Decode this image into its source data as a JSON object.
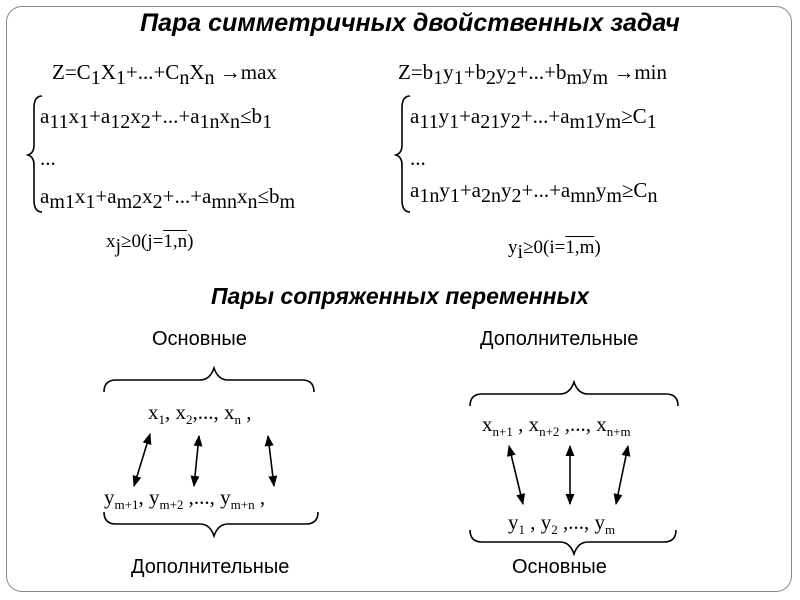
{
  "title": "Пара симметричных двойственных задач",
  "subtitle": "Пары сопряженных переменных",
  "primal": {
    "objective": "Z=C1X1+...+CnXn→max",
    "constraint_first": "a11x1+a12x2+...+a1nxn≤b1",
    "constraint_dots": "...",
    "constraint_last": "am1x1+am2x2+...+amnxn≤bm",
    "nonneg": "xj≥0(j=1,n)"
  },
  "dual": {
    "objective": "Z=b1y1+b2y2+...+bmym→min",
    "constraint_first": "a11y1+a21y2+...+am1ym≥C1",
    "constraint_dots": "...",
    "constraint_last": "a1ny1+a2ny2+...+amnym≥Cn",
    "nonneg": "yi≥0(i=1,m)"
  },
  "pairs_left": {
    "top_label": "Основные",
    "top_vars": "x1, x2,..., xn ,",
    "bottom_vars": "ym+1, ym+2 ,..., ym+n ,",
    "bottom_label": "Дополнительные"
  },
  "pairs_right": {
    "top_label": "Дополнительные",
    "top_vars": "xn+1 , xn+2 ,..., xn+m",
    "bottom_vars": "y1 , y2 ,..., ym",
    "bottom_label": "Основные"
  }
}
